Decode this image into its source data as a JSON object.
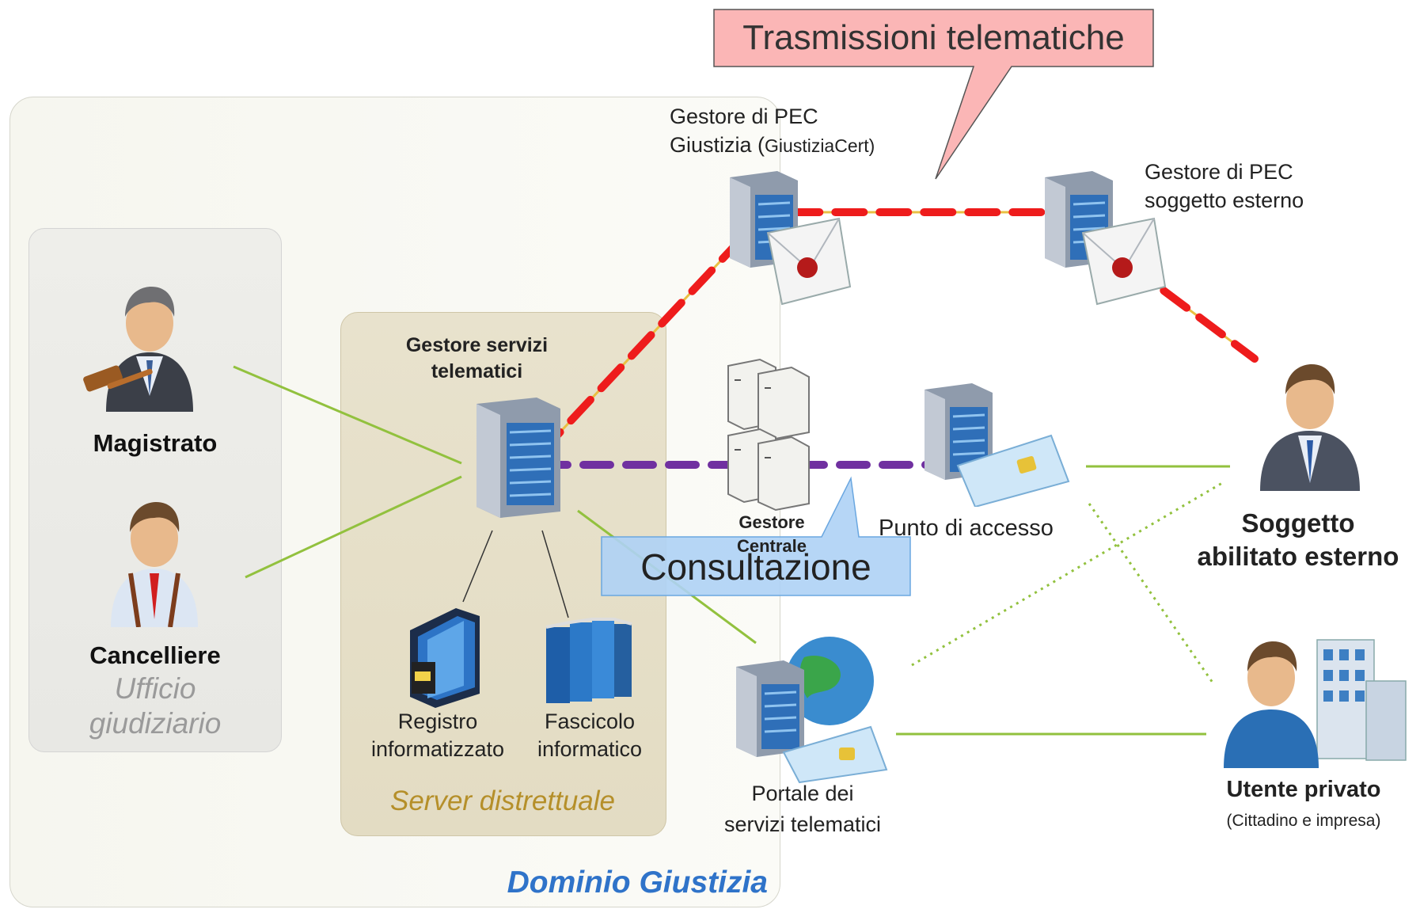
{
  "title": "Trasmissioni telematiche",
  "domain_label": "Dominio Giustizia",
  "server_group_label": "Server distrettuale",
  "consultation_label": "Consultazione",
  "nodes": {
    "magistrato": "Magistrato",
    "cancelliere": "Cancelliere",
    "ufficio_line1": "Ufficio",
    "ufficio_line2": "giudiziario",
    "gst_line1": "Gestore servizi",
    "gst_line2": "telematici",
    "registro_line1": "Registro",
    "registro_line2": "informatizzato",
    "fascicolo_line1": "Fascicolo",
    "fascicolo_line2": "informatico",
    "pec_giustizia_line1": "Gestore di PEC",
    "pec_giustizia_line2a": "Giustizia (",
    "pec_giustizia_line2b": "GiustiziaCert)",
    "pec_esterno_line1": "Gestore di PEC",
    "pec_esterno_line2": "soggetto esterno",
    "gestore_centrale_line1": "Gestore",
    "gestore_centrale_line2": "Centrale",
    "punto_accesso": "Punto di accesso",
    "portale_line1": "Portale dei",
    "portale_line2": "servizi telematici",
    "soggetto_line1": "Soggetto",
    "soggetto_line2": "abilitato esterno",
    "utente_line1": "Utente privato",
    "utente_line2": "(Cittadino e impresa)"
  },
  "colors": {
    "pec_link": "#ee1c1c",
    "consult_link": "#7030a0",
    "connector": "#92c13e",
    "callout_fill": "#fbb6b6",
    "consult_fill": "#aed2f5",
    "domain_label": "#2f73c9",
    "server_label": "#b58f2a"
  }
}
